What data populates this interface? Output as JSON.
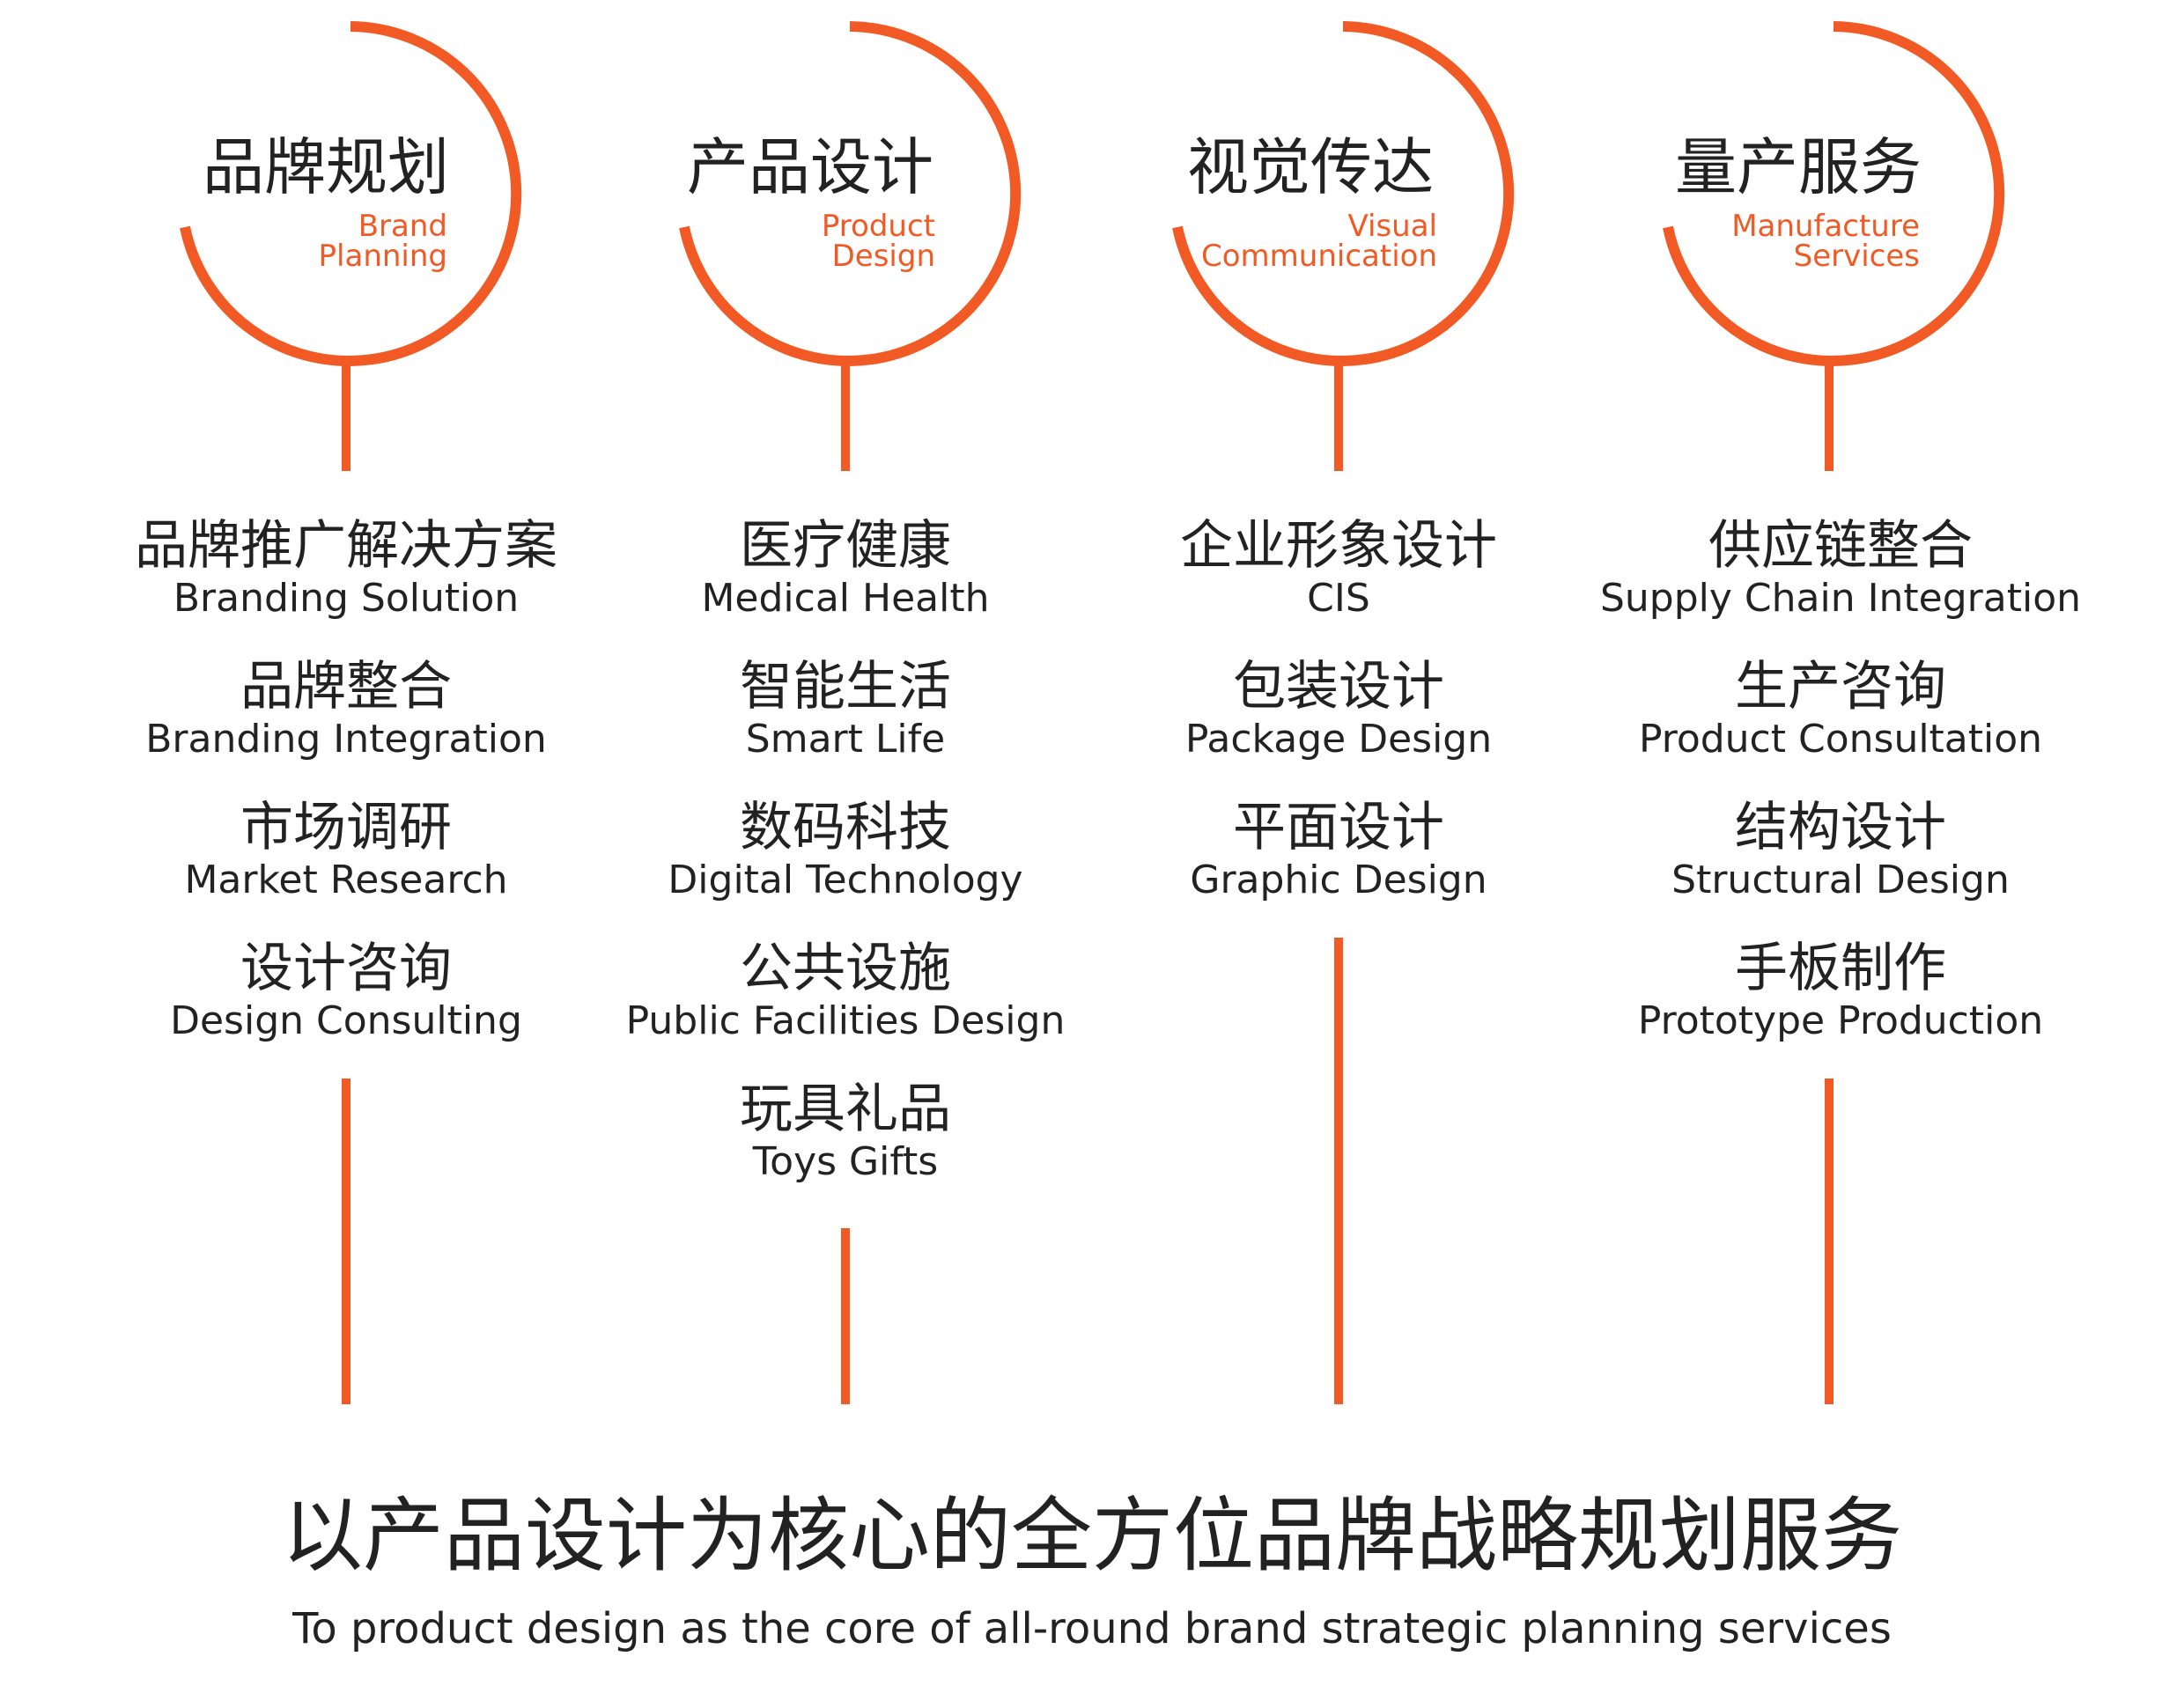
{
  "accent_color": "#f15a24",
  "columns": [
    {
      "title_zh": "品牌规划",
      "title_en_1": "Brand",
      "title_en_2": "Planning",
      "items": [
        {
          "zh": "品牌推广解决方案",
          "en": "Branding Solution"
        },
        {
          "zh": "品牌整合",
          "en": "Branding Integration"
        },
        {
          "zh": "市场调研",
          "en": "Market Research"
        },
        {
          "zh": "设计咨询",
          "en": "Design Consulting"
        }
      ]
    },
    {
      "title_zh": "产品设计",
      "title_en_1": "Product",
      "title_en_2": "Design",
      "items": [
        {
          "zh": "医疗健康",
          "en": "Medical Health"
        },
        {
          "zh": "智能生活",
          "en": "Smart Life"
        },
        {
          "zh": "数码科技",
          "en": "Digital Technology"
        },
        {
          "zh": "公共设施",
          "en": "Public Facilities Design"
        },
        {
          "zh": "玩具礼品",
          "en": "Toys Gifts"
        }
      ]
    },
    {
      "title_zh": "视觉传达",
      "title_en_1": "Visual",
      "title_en_2": "Communication",
      "items": [
        {
          "zh": "企业形象设计",
          "en": "CIS"
        },
        {
          "zh": "包装设计",
          "en": "Package Design"
        },
        {
          "zh": "平面设计",
          "en": "Graphic Design"
        }
      ]
    },
    {
      "title_zh": "量产服务",
      "title_en_1": "Manufacture",
      "title_en_2": "Services",
      "items": [
        {
          "zh": "供应链整合",
          "en": "Supply Chain Integration"
        },
        {
          "zh": "生产咨询",
          "en": "Product Consultation"
        },
        {
          "zh": "结构设计",
          "en": "Structural Design"
        },
        {
          "zh": "手板制作",
          "en": "Prototype Production"
        }
      ]
    }
  ],
  "footer": {
    "title_zh": "以产品设计为核心的全方位品牌战略规划服务",
    "title_en": "To product design as the core of all-round brand strategic planning services"
  }
}
